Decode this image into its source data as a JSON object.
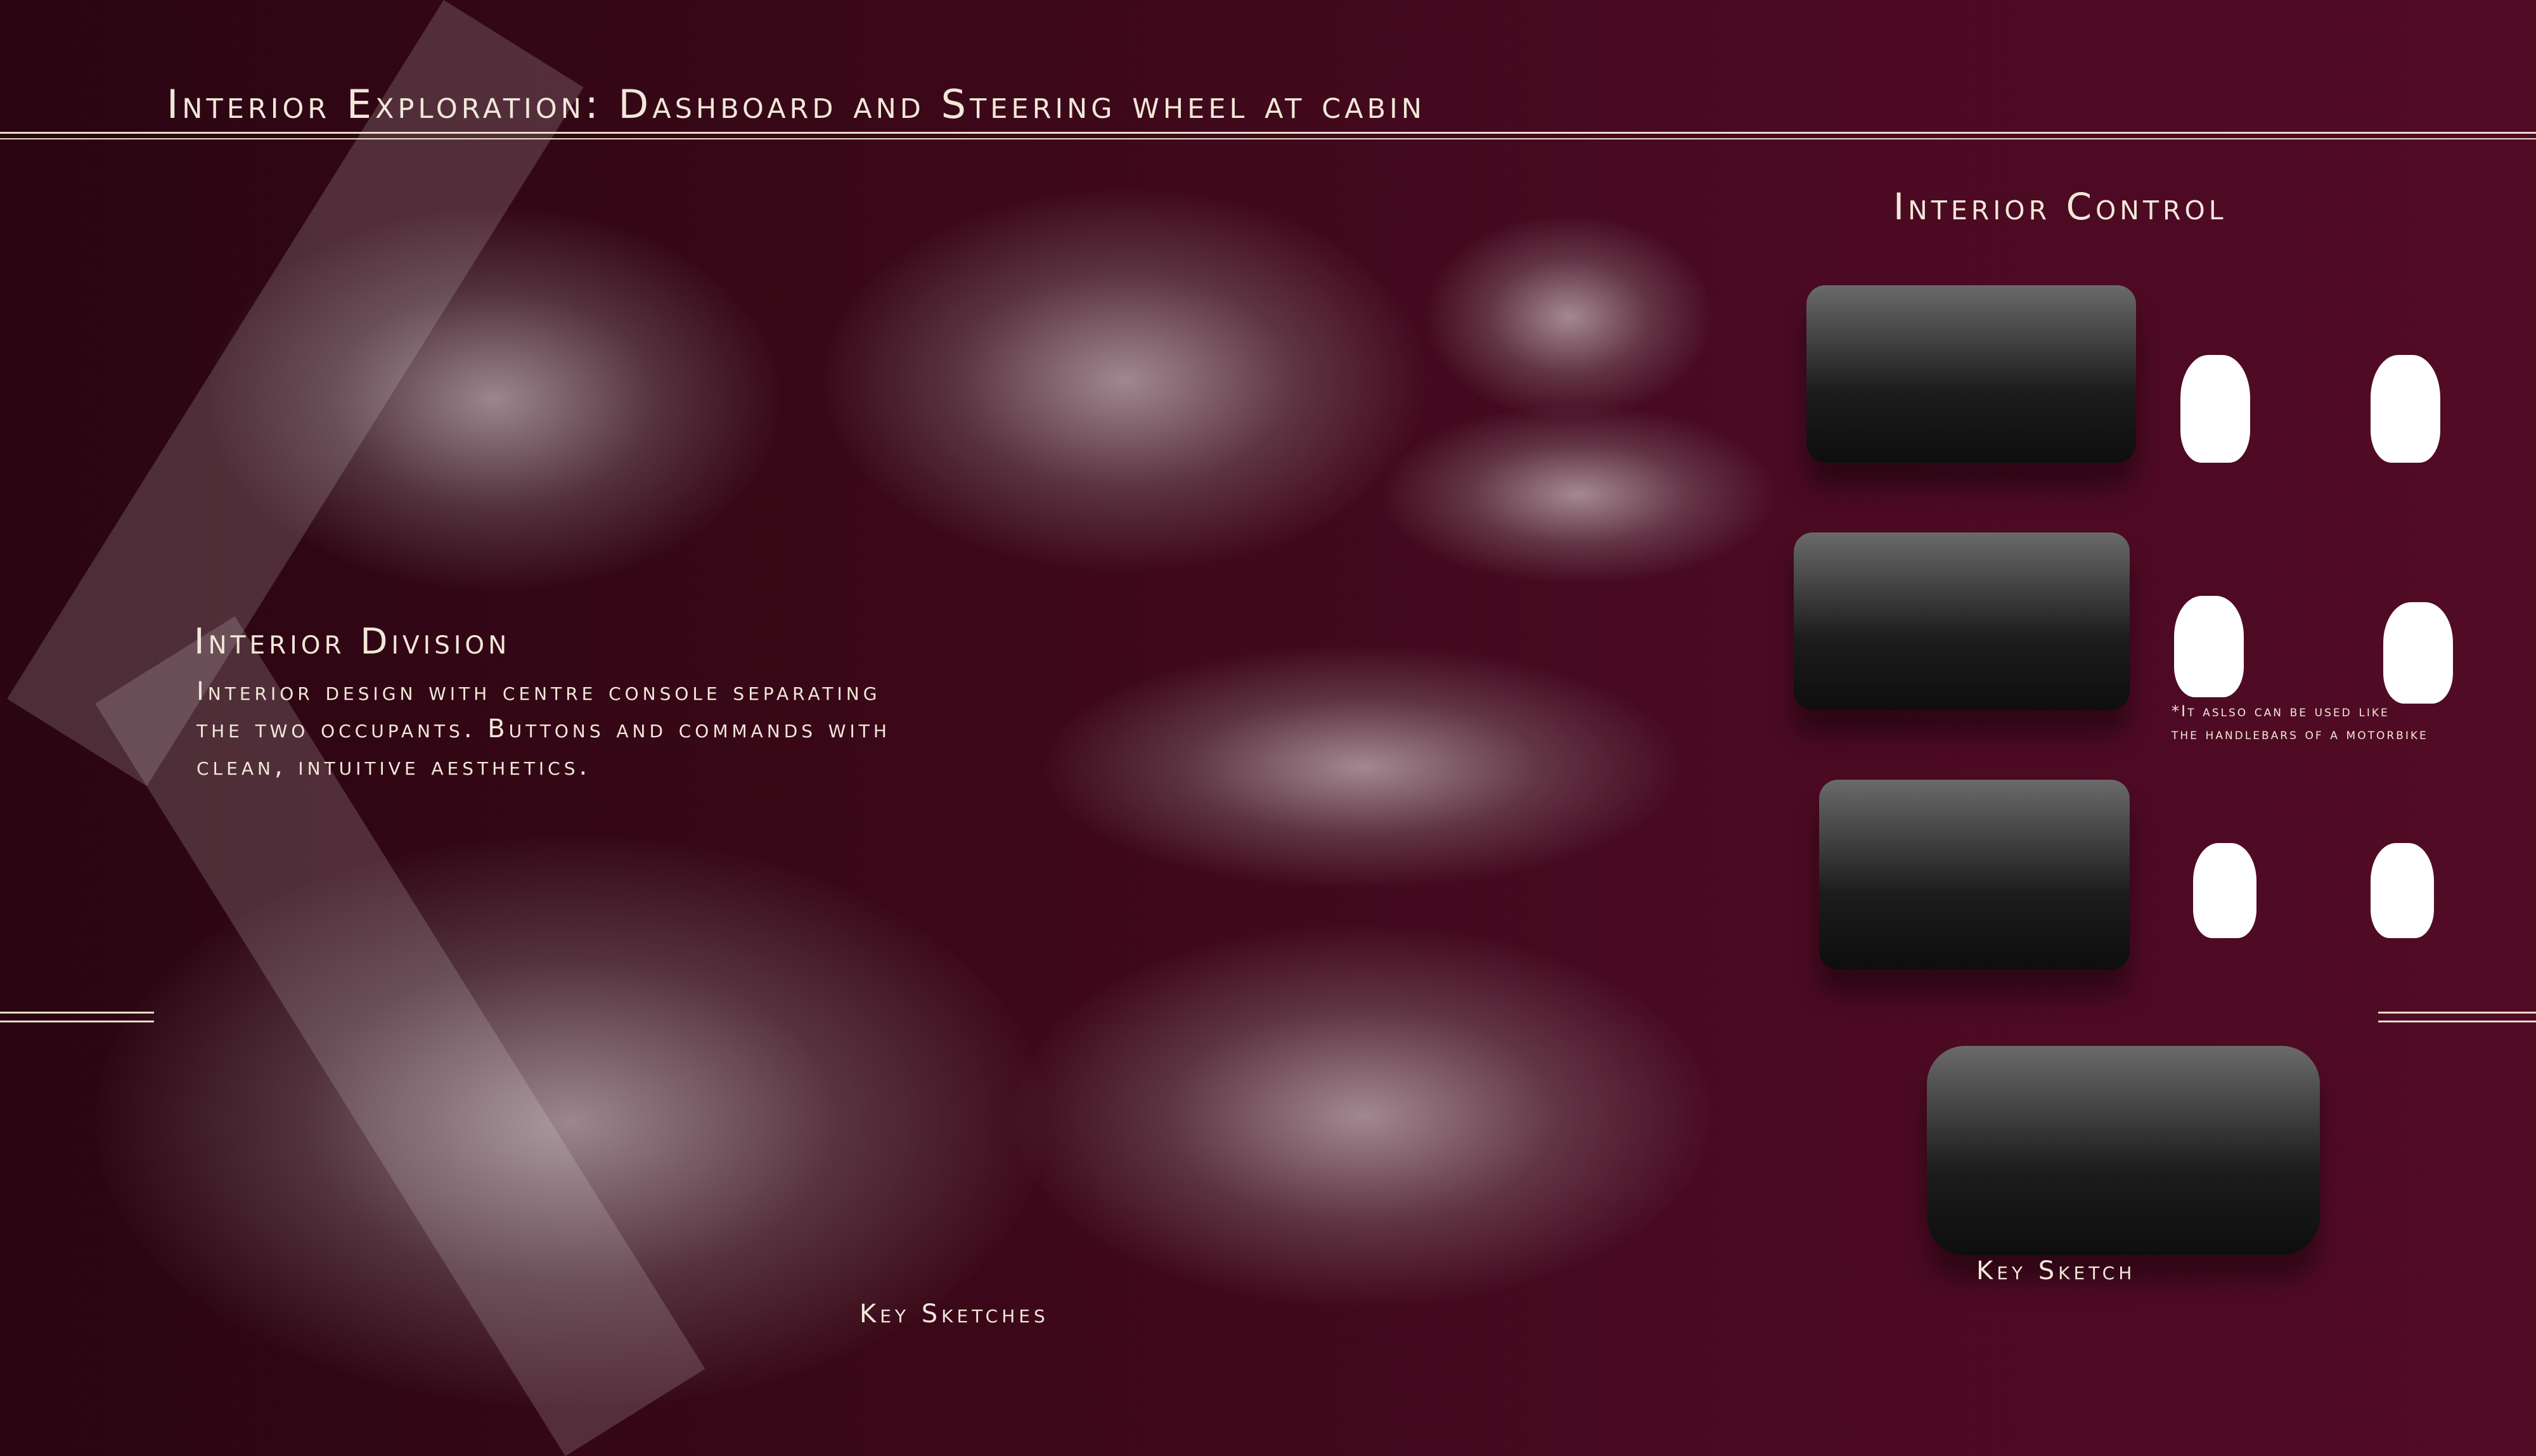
{
  "header": {
    "title": "Interior Exploration: Dashboard and Steering wheel at cabin"
  },
  "left": {
    "heading": "Interior Division",
    "body_lines": [
      "Interior design with centre console separating",
      "the two occupants. Buttons and commands with",
      "clean, intuitive aesthetics."
    ],
    "caption": "Key Sketches"
  },
  "right": {
    "heading": "Interior Control",
    "footnote_lines": [
      "*It aslso can be used like",
      "the handlebars of a motorbike"
    ],
    "caption": "Key Sketch"
  },
  "colors": {
    "background": "#4a0a22",
    "text": "#f1e8d8"
  }
}
